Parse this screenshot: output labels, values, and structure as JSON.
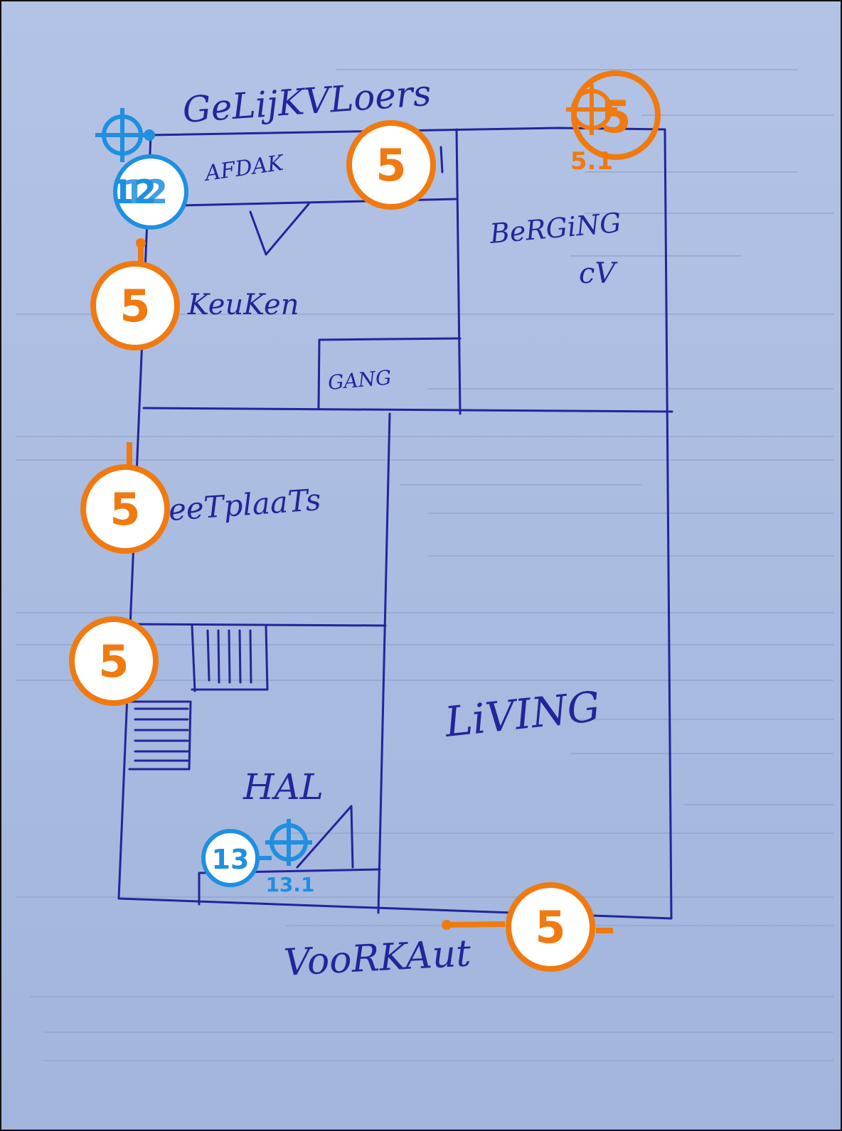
{
  "plan": {
    "title": "GeLijKVLoers",
    "bottom_label": "VooRKAut",
    "rooms": {
      "afdak": "AFDAK",
      "keuken": "KeuKen",
      "berging": "BeRGiNG",
      "berging_sub": "cV",
      "gang": "GANG",
      "eetplaats": "eeTplaaTs",
      "living": "LiVING",
      "hal": "HAL"
    }
  },
  "markers": {
    "orange": [
      "5",
      "5",
      "5",
      "5",
      "5",
      "5"
    ],
    "orange_sub": "5.1",
    "blue": [
      "12",
      "13"
    ],
    "blue_overlap": "12",
    "blue_sub": "13.1"
  },
  "colors": {
    "ink": "#22259a",
    "paper": "#b3c3e5",
    "marker_orange": "#f07a10",
    "marker_blue": "#1f8fe0"
  }
}
